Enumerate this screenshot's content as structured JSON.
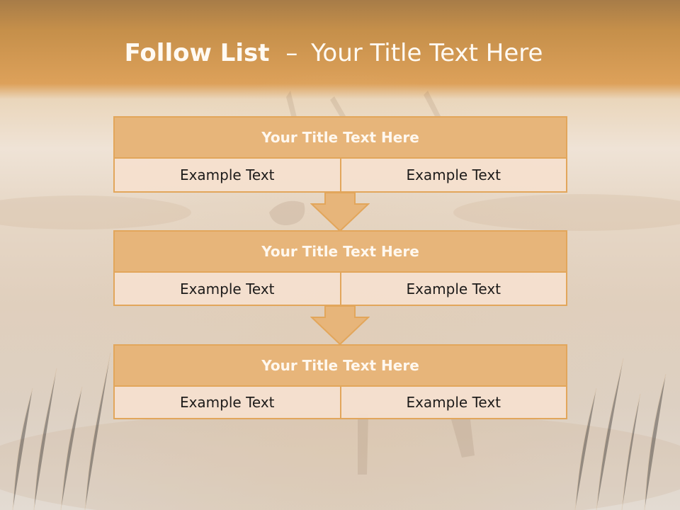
{
  "slide": {
    "title": {
      "strong": "Follow List",
      "separator": "–",
      "rest": "Your Title Text Here"
    },
    "lists": [
      {
        "header": "Your Title Text Here",
        "cells": [
          "Example Text",
          "Example Text"
        ]
      },
      {
        "header": "Your Title Text Here",
        "cells": [
          "Example Text",
          "Example Text"
        ]
      },
      {
        "header": "Your Title Text Here",
        "cells": [
          "Example Text",
          "Example Text"
        ]
      }
    ],
    "arrows": [
      {
        "icon": "down-arrow-icon"
      },
      {
        "icon": "down-arrow-icon"
      }
    ],
    "colors": {
      "accent": "#E2A65B",
      "header_fill": "#E7B57A",
      "body_fill": "#F5E0CE",
      "title_text": "#FFFAF3",
      "cell_text": "#1D1B1A"
    }
  }
}
